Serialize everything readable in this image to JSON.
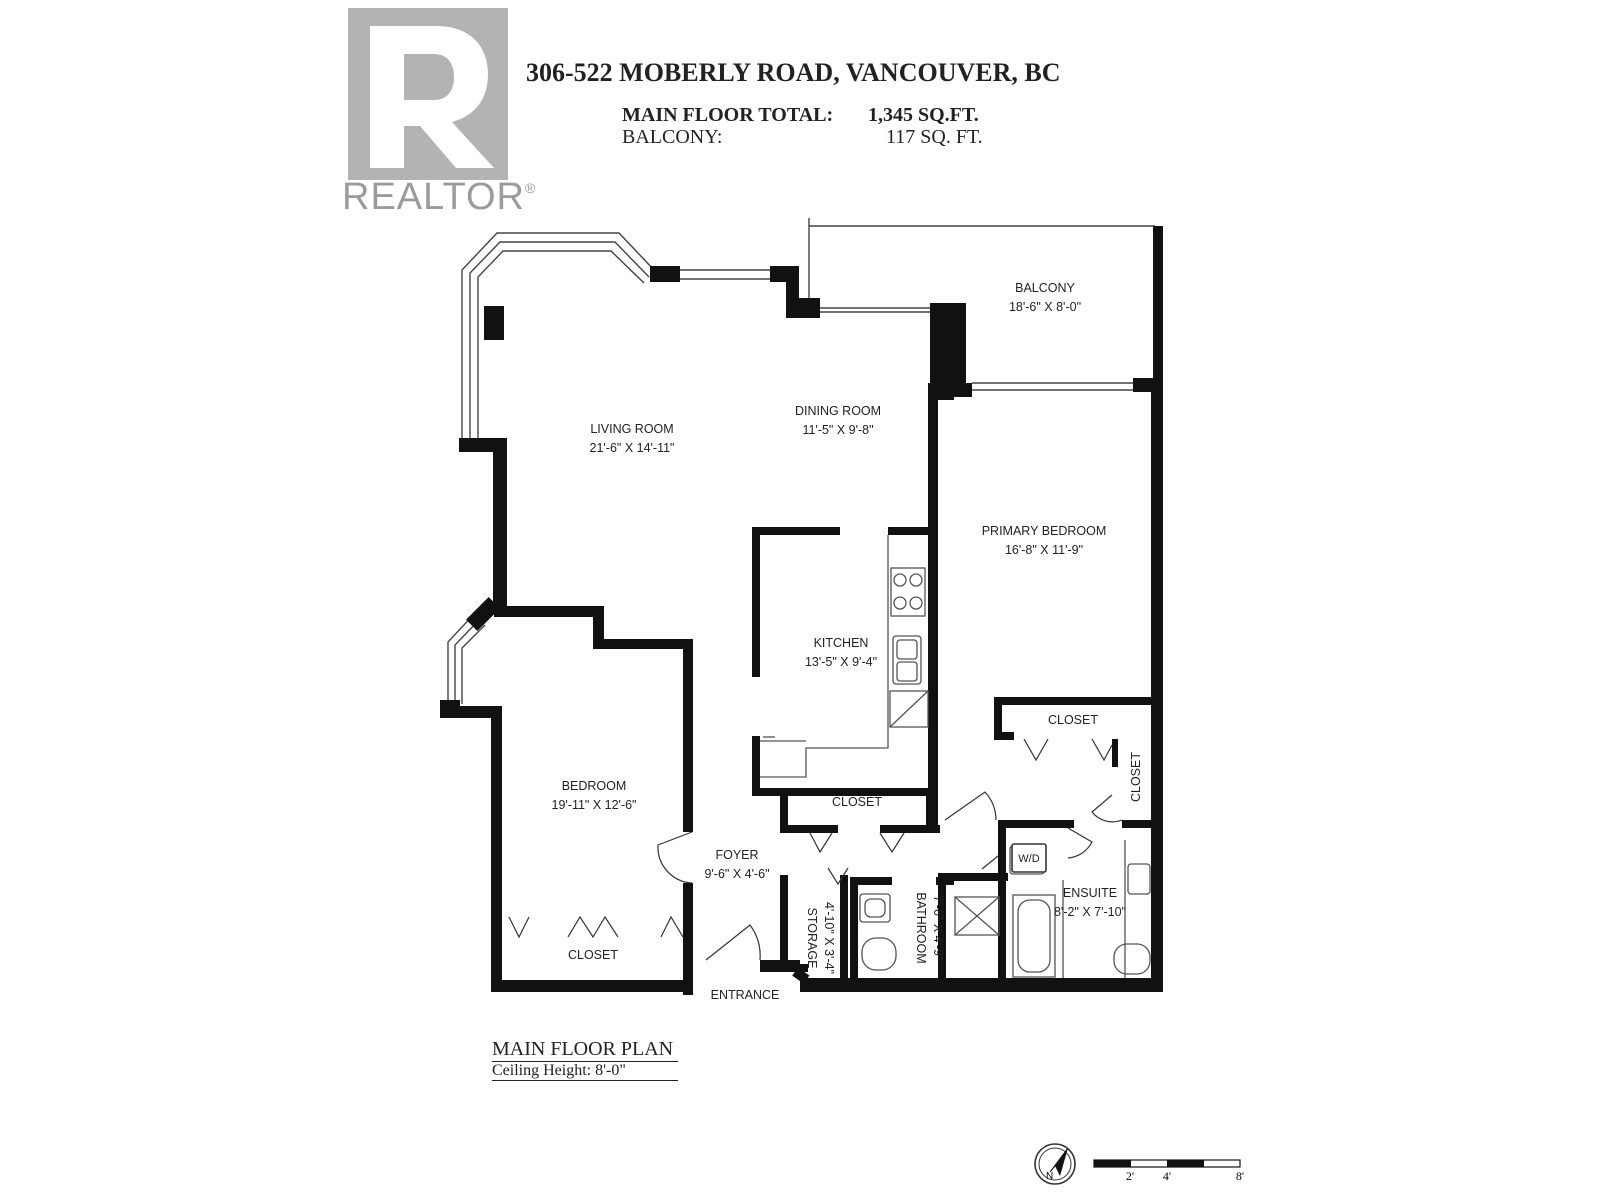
{
  "logo": {
    "icon": "realtor-r-logo",
    "text": "REALTOR",
    "mark": "®"
  },
  "header": {
    "address": "306-522 MOBERLY ROAD, VANCOUVER, BC",
    "main_floor_label": "MAIN FLOOR TOTAL:",
    "main_floor_value": "1,345 SQ.FT.",
    "balcony_label": "BALCONY:",
    "balcony_value": "117 SQ. FT."
  },
  "rooms": {
    "balcony": {
      "name": "BALCONY",
      "size": "18'-6\" X 8'-0\""
    },
    "living": {
      "name": "LIVING ROOM",
      "size": "21'-6\" X 14'-11\""
    },
    "dining": {
      "name": "DINING ROOM",
      "size": "11'-5\" X 9'-8\""
    },
    "primary": {
      "name": "PRIMARY BEDROOM",
      "size": "16'-8\" X 11'-9\""
    },
    "kitchen": {
      "name": "KITCHEN",
      "size": "13'-5\" X 9'-4\""
    },
    "bedroom": {
      "name": "BEDROOM",
      "size": "19'-11\" X 12'-6\""
    },
    "foyer": {
      "name": "FOYER",
      "size": "9'-6\" X 4'-6\""
    },
    "ensuite": {
      "name": "ENSUITE",
      "size": "8'-2\" X 7'-10\""
    },
    "storage": {
      "name": "STORAGE",
      "size": "4'-10\" X 3'-4\""
    },
    "bathroom": {
      "name": "BATHROOM",
      "size": "7'-6\" X 4'-9\""
    },
    "closet_primary": "CLOSET",
    "closet_side": "CLOSET",
    "closet_foyer": "CLOSET",
    "closet_bedroom": "CLOSET",
    "washer_dryer": "W/D",
    "entrance": "ENTRANCE"
  },
  "footer": {
    "title": "MAIN FLOOR PLAN",
    "ceiling": "Ceiling Height: 8'-0\""
  },
  "compass": {
    "icon": "north-compass-icon",
    "label": "N"
  },
  "scale": {
    "ticks": [
      "2'",
      "4'",
      "8'"
    ]
  }
}
